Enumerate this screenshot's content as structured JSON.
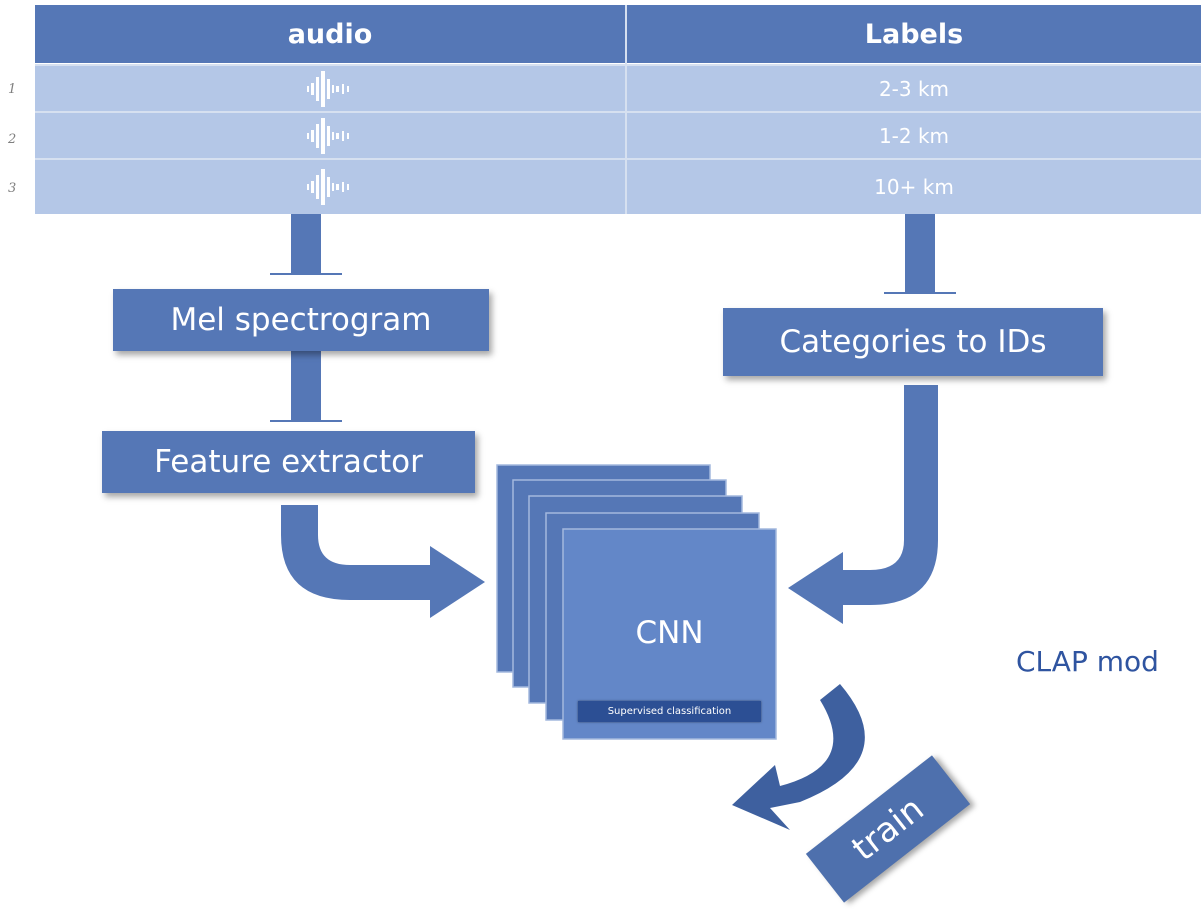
{
  "table": {
    "headers": {
      "audio": "audio",
      "labels": "Labels"
    },
    "rows": [
      {
        "num": "1",
        "label": "2-3 km"
      },
      {
        "num": "2",
        "label": "1-2 km"
      },
      {
        "num": "3",
        "label": "10+ km"
      }
    ]
  },
  "boxes": {
    "mel": "Mel spectrogram",
    "categories": "Categories to IDs",
    "feature": "Feature extractor",
    "cnn": "CNN",
    "cnn_sub": "Supervised classification",
    "train": "train"
  },
  "side_text": "CLAP mod",
  "colors": {
    "accent": "#5577b6",
    "row_fill": "#b4c7e7",
    "text_blue": "#2f54a0"
  },
  "icons": {
    "audio_wave": "audio-waveform-icon"
  }
}
